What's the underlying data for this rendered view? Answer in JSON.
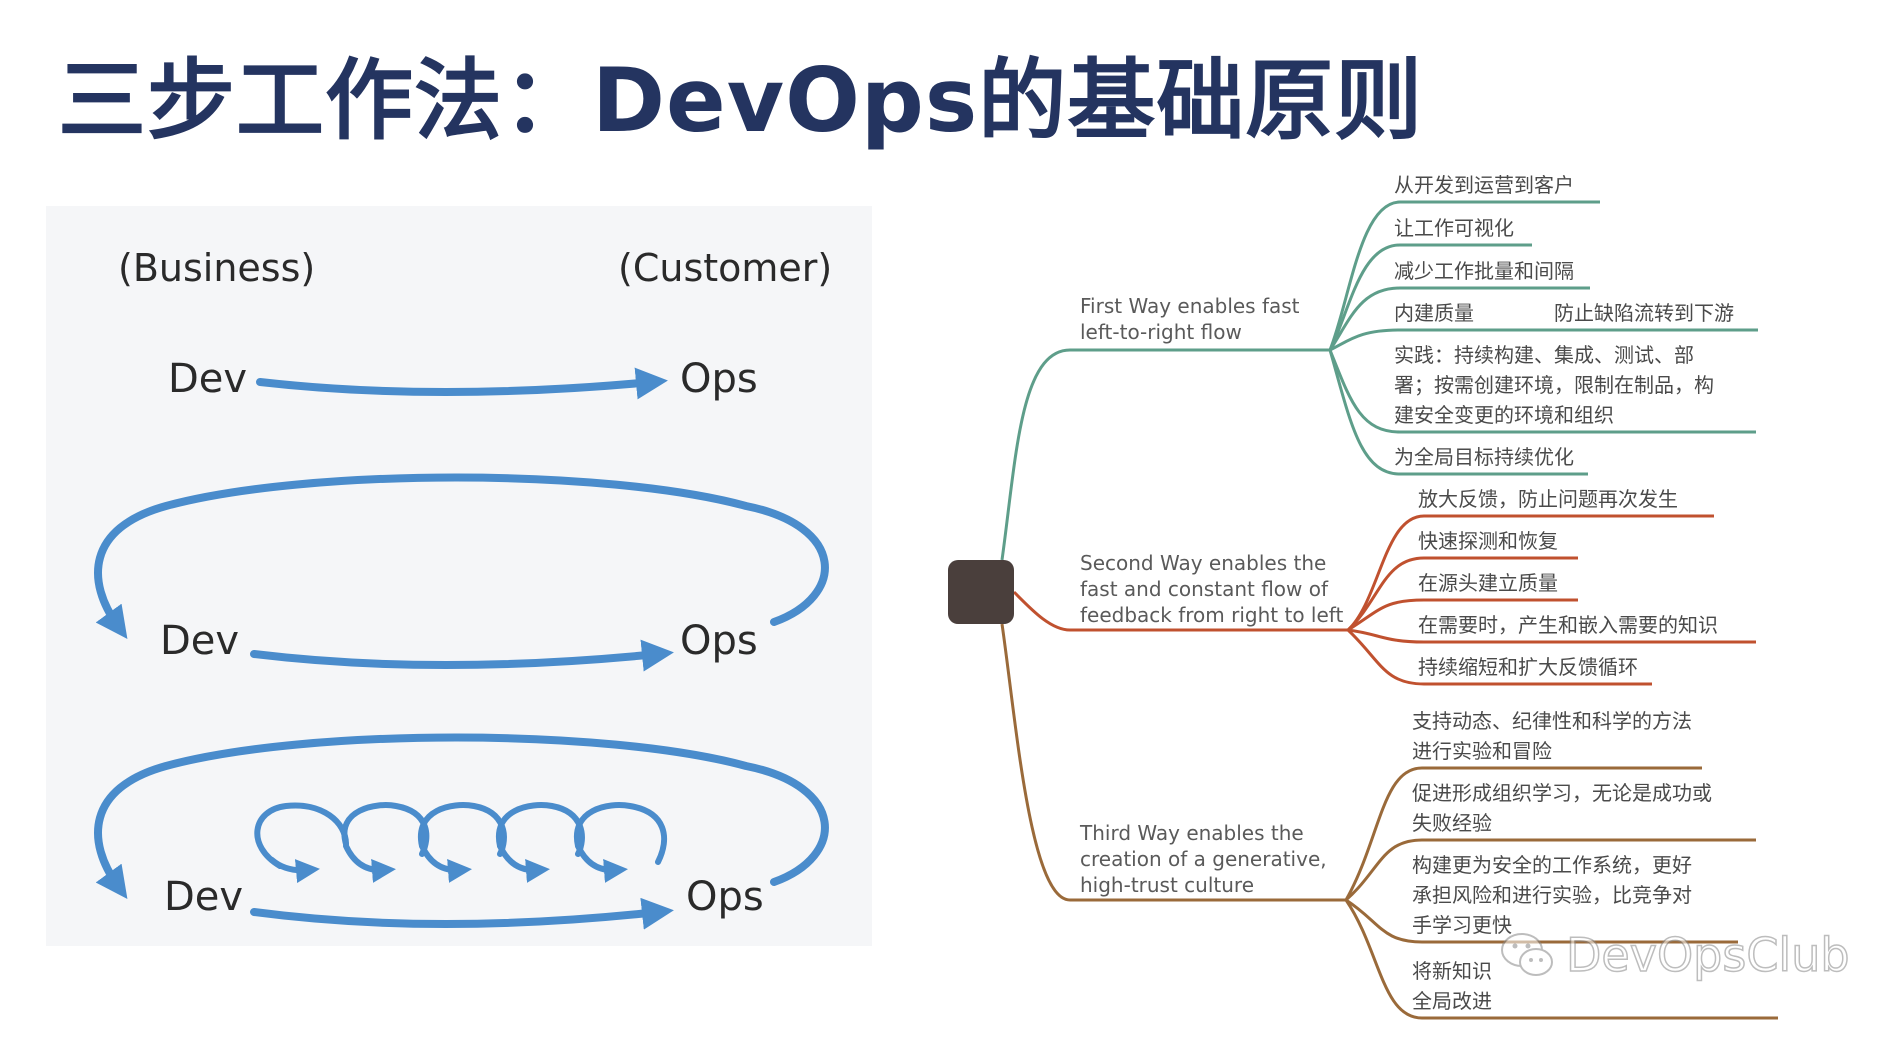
{
  "title": "三步工作法：DevOps的基础原则",
  "flow": {
    "business_label": "(Business)",
    "customer_label": "(Customer)",
    "rows": [
      {
        "dev": "Dev",
        "ops": "Ops"
      },
      {
        "dev": "Dev",
        "ops": "Ops"
      },
      {
        "dev": "Dev",
        "ops": "Ops"
      }
    ],
    "arrow_color": "#4a8ccc"
  },
  "mindmap": {
    "colors": {
      "first": "#5e9e8a",
      "second": "#c0512f",
      "third": "#9a6a3a",
      "root": "#4a3f3c"
    },
    "first_way": {
      "label": [
        "First Way enables fast",
        "left-to-right flow"
      ],
      "leaves": [
        [
          "从开发到运营到客户"
        ],
        [
          "让工作可视化"
        ],
        [
          "减少工作批量和间隔"
        ],
        [
          "内建质量"
        ],
        [
          "实践：持续构建、集成、测试、部",
          "署；按需创建环境，限制在制品，构",
          "建安全变更的环境和组织"
        ],
        [
          "为全局目标持续优化"
        ]
      ],
      "sub_leaf": "防止缺陷流转到下游"
    },
    "second_way": {
      "label": [
        "Second Way enables the",
        "fast and constant flow of",
        "feedback from right to left"
      ],
      "leaves": [
        [
          "放大反馈，防止问题再次发生"
        ],
        [
          "快速探测和恢复"
        ],
        [
          "在源头建立质量"
        ],
        [
          "在需要时，产生和嵌入需要的知识"
        ],
        [
          "持续缩短和扩大反馈循环"
        ]
      ]
    },
    "third_way": {
      "label": [
        "Third Way enables the",
        "creation of a generative,",
        "high-trust culture"
      ],
      "leaves": [
        [
          "支持动态、纪律性和科学的方法",
          "进行实验和冒险"
        ],
        [
          "促进形成组织学习，无论是成功或",
          "失败经验"
        ],
        [
          "构建更为安全的工作系统，更好",
          "承担风险和进行实验，比竞争对",
          "手学习更快"
        ],
        [
          "将新知识",
          "全局改进"
        ]
      ]
    }
  },
  "watermark": {
    "text": "DevOpsClub",
    "icon": "wechat-icon"
  }
}
